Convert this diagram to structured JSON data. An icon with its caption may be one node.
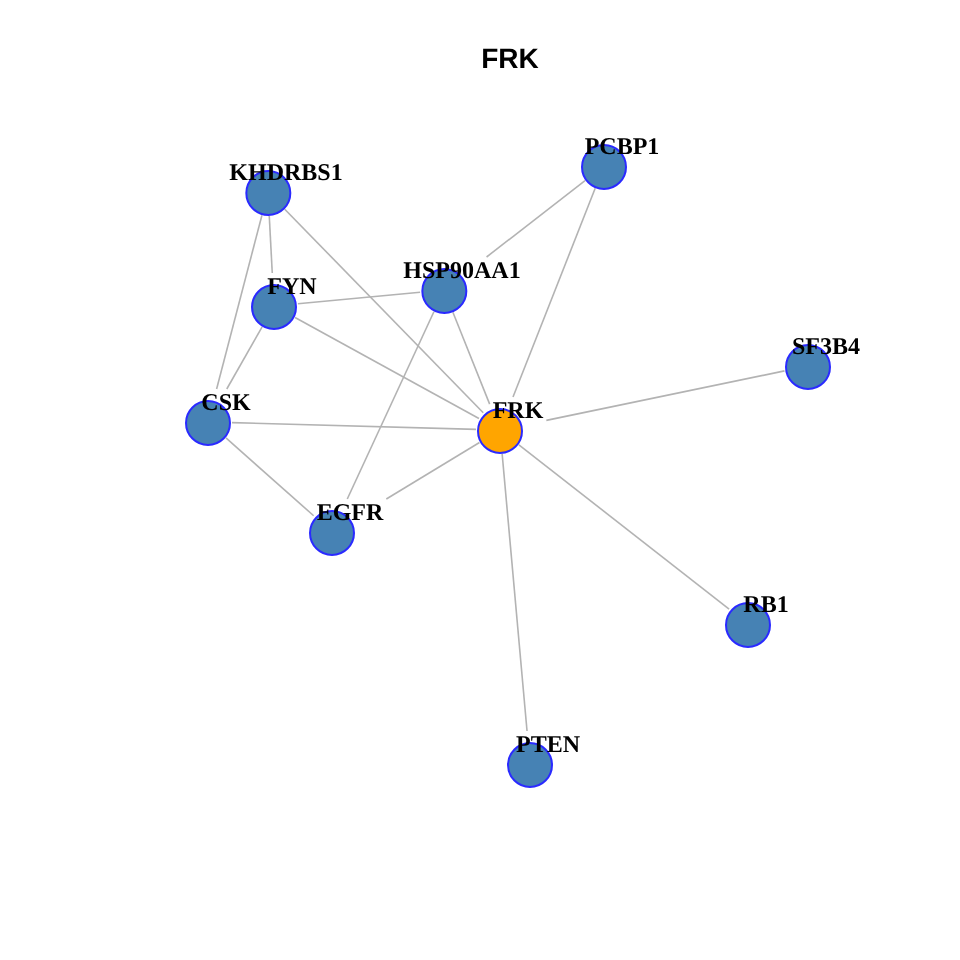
{
  "diagram": {
    "title": "FRK",
    "nodes": [
      {
        "text": [
          "PCBP1"
        ]
      },
      {
        "text": [
          "KHDRBS1"
        ]
      },
      {
        "text": [
          "HSP90AA1"
        ]
      },
      {
        "text": [
          "FYN"
        ]
      },
      {
        "text": [
          "SF3B4"
        ]
      },
      {
        "text": [
          "CSK"
        ]
      },
      {
        "text": [
          "FRK"
        ]
      },
      {
        "text": [
          "EGFR"
        ]
      },
      {
        "text": [
          "RB1"
        ]
      },
      {
        "text": [
          "PTEN"
        ]
      }
    ],
    "edges": [
      {
        "from": 1,
        "to": 3,
        "arrow": "none"
      },
      {
        "from": 1,
        "to": 5,
        "arrow": "none"
      },
      {
        "from": 1,
        "to": 6,
        "arrow": "none"
      },
      {
        "from": 3,
        "to": 2,
        "arrow": "none"
      },
      {
        "from": 3,
        "to": 5,
        "arrow": "none"
      },
      {
        "from": 3,
        "to": 6,
        "arrow": "none"
      },
      {
        "from": 2,
        "to": 0,
        "arrow": "none"
      },
      {
        "from": 2,
        "to": 6,
        "arrow": "none"
      },
      {
        "from": 2,
        "to": 7,
        "arrow": "none"
      },
      {
        "from": 0,
        "to": 6,
        "arrow": "none"
      },
      {
        "from": 5,
        "to": 6,
        "arrow": "none"
      },
      {
        "from": 5,
        "to": 7,
        "arrow": "none"
      },
      {
        "from": 7,
        "to": 6,
        "arrow": "none"
      },
      {
        "from": 6,
        "to": 4,
        "arrow": "none"
      },
      {
        "from": 6,
        "to": 8,
        "arrow": "none"
      },
      {
        "from": 6,
        "to": 9,
        "arrow": "none"
      }
    ]
  }
}
